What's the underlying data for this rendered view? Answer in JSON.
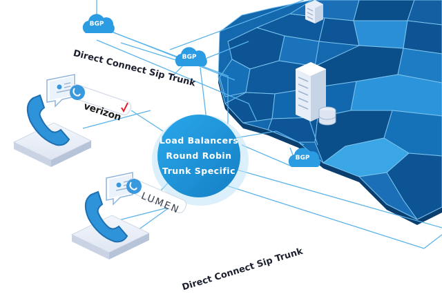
{
  "trunk_labels": {
    "top": "Direct Connect Sip Trunk",
    "bottom": "Direct Connect Sip Trunk"
  },
  "hub": {
    "line1": "Load Balancers",
    "line2": "Round Robin",
    "line3": "Trunk Specific"
  },
  "bgp_labels": [
    "BGP",
    "BGP",
    "BGP"
  ],
  "carriers": {
    "verizon": "verizon",
    "lumen": "LUMEN"
  },
  "colors": {
    "map_dark": "#0b4f8a",
    "map_mid": "#1672b8",
    "map_light": "#3aa6e6",
    "hub_blue": "#1d9be0",
    "line_blue": "#5ab3ea",
    "phone_blue": "#3399dd",
    "verizon_check": "#e11d2a"
  },
  "icons": [
    "phone-icon",
    "chat-bubble-icon",
    "cloud-icon",
    "server-icon",
    "database-icon"
  ]
}
